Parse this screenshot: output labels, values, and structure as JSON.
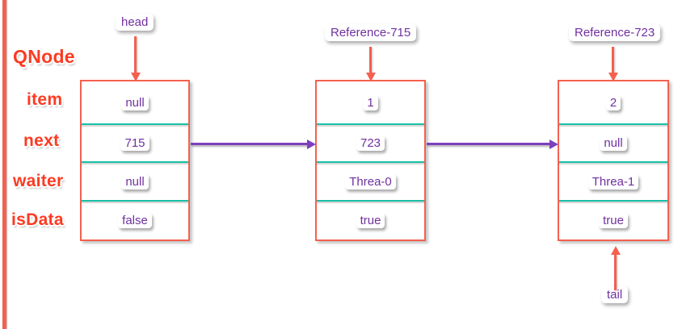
{
  "diagram": {
    "title_label": "QNode",
    "field_labels": [
      "item",
      "next",
      "waiter",
      "isData"
    ],
    "pointer_labels": {
      "head": "head",
      "tail": "tail"
    },
    "nodes": [
      {
        "ref_label": "",
        "item": "null",
        "next": "715",
        "waiter": "null",
        "isData": "false"
      },
      {
        "ref_label": "Reference-715",
        "item": "1",
        "next": "723",
        "waiter": "Threa-0",
        "isData": "true"
      },
      {
        "ref_label": "Reference-723",
        "item": "2",
        "next": "null",
        "waiter": "Threa-1",
        "isData": "true"
      }
    ],
    "colors": {
      "node_border": "#f4604f",
      "divider": "#18bfa5",
      "value_text": "#7030a0",
      "label_text": "#fc3b22",
      "link_arrow": "#7d3fbe",
      "pointer_arrow": "#f4604f",
      "background": "#ffffff"
    }
  }
}
